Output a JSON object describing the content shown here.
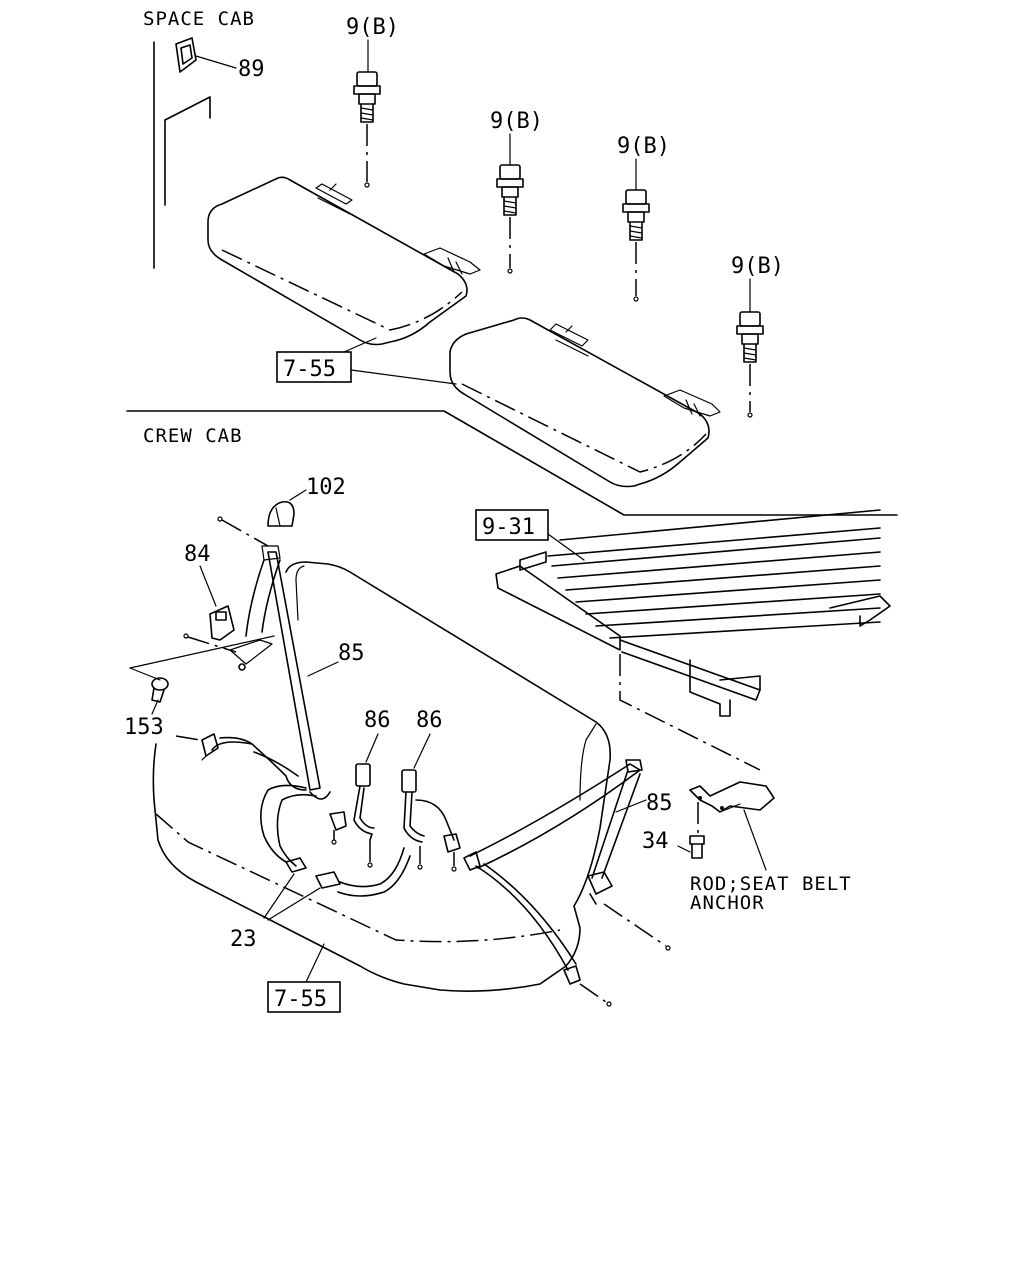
{
  "sections": {
    "space_cab": "SPACE CAB",
    "crew_cab": "CREW CAB"
  },
  "callouts": {
    "p89": "89",
    "p9b_1": "9(B)",
    "p9b_2": "9(B)",
    "p9b_3": "9(B)",
    "p9b_4": "9(B)",
    "ref755_top": "7-55",
    "ref931": "9-31",
    "p102": "102",
    "p84": "84",
    "p85_left": "85",
    "p153": "153",
    "p86_left": "86",
    "p86_right": "86",
    "p85_right": "85",
    "p34": "34",
    "rod_line1": "ROD;SEAT BELT",
    "rod_line2": "ANCHOR",
    "p23": "23",
    "ref755_bottom": "7-55"
  }
}
